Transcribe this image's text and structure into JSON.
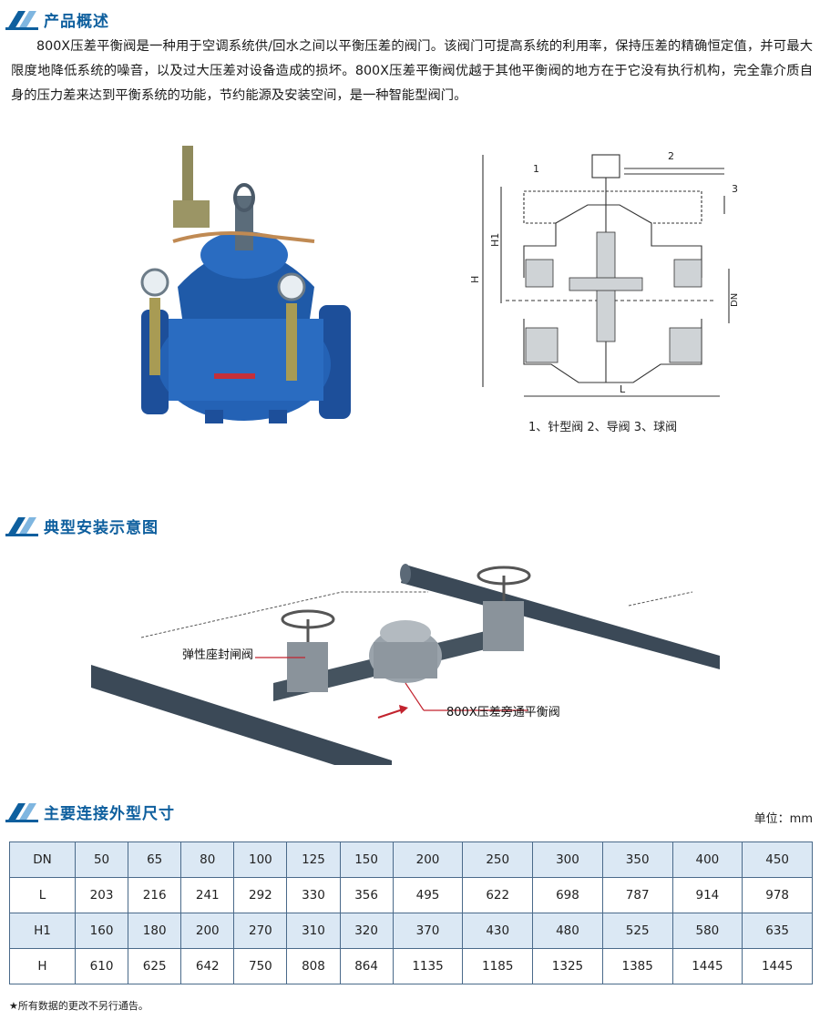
{
  "sections": {
    "overview": "产品概述",
    "install": "典型安装示意图",
    "dims": "主要连接外型尺寸"
  },
  "intro_text": "800X压差平衡阀是一种用于空调系统供/回水之间以平衡压差的阀门。该阀门可提高系统的利用率，保持压差的精确恒定值，并可最大限度地降低系统的噪音，以及过大压差对设备造成的损坏。800X压差平衡阀优越于其他平衡阀的地方在于它没有执行机构，完全靠介质自身的压力差来达到平衡系统的功能，节约能源及安装空间，是一种智能型阀门。",
  "drawing": {
    "caption": "1、针型阀  2、导阀  3、球阀",
    "labels": {
      "n1": "1",
      "n2": "2",
      "n3": "3",
      "h1": "H1",
      "h": "H",
      "dn": "DN",
      "l": "L"
    }
  },
  "install_callouts": {
    "gate_valve": "弹性座封闸阀",
    "bypass_valve": "800X压差旁通平衡阀"
  },
  "unit_label": "单位：mm",
  "table": {
    "rows": [
      {
        "label": "DN",
        "values": [
          "50",
          "65",
          "80",
          "100",
          "125",
          "150",
          "200",
          "250",
          "300",
          "350",
          "400",
          "450"
        ]
      },
      {
        "label": "L",
        "values": [
          "203",
          "216",
          "241",
          "292",
          "330",
          "356",
          "495",
          "622",
          "698",
          "787",
          "914",
          "978"
        ]
      },
      {
        "label": "H1",
        "values": [
          "160",
          "180",
          "200",
          "270",
          "310",
          "320",
          "370",
          "430",
          "480",
          "525",
          "580",
          "635"
        ]
      },
      {
        "label": "H",
        "values": [
          "610",
          "625",
          "642",
          "750",
          "808",
          "864",
          "1135",
          "1185",
          "1325",
          "1385",
          "1445",
          "1445"
        ]
      }
    ]
  },
  "footnote": "★所有数据的更改不另行通告。",
  "colors": {
    "accent": "#0e5f9e",
    "valve_blue": "#1f5fb0",
    "pipe": "#3f4e5e",
    "row_alt": "#dbe8f4"
  }
}
